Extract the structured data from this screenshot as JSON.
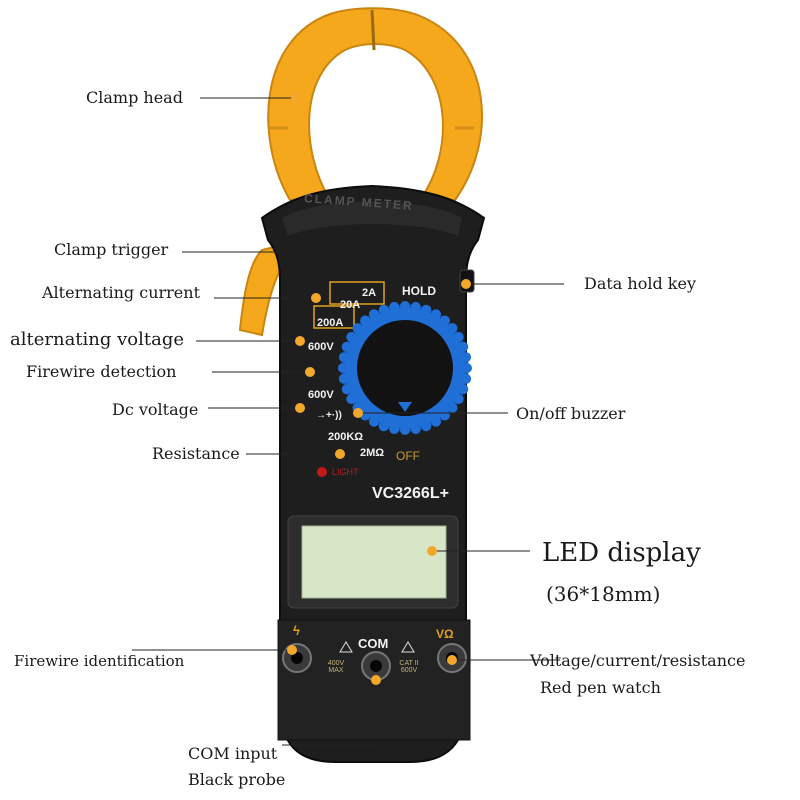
{
  "device": {
    "model": "VC3266L+",
    "head_text": "CLAMP METER",
    "hold": "HOLD",
    "light": "LIGHT",
    "com": "COM",
    "off": "OFF",
    "ranges": [
      "2A",
      "20A",
      "200A",
      "600V",
      "600V",
      "200KΩ",
      "2MΩ"
    ],
    "jack_left_mark": "400V MAX",
    "jack_mid_mark": "CAT II 600V",
    "jack_right_mark": "VΩ",
    "colors": {
      "clamp": "#f6a81c",
      "body": "#1e1e1e",
      "dial": "#1f6fd6",
      "lcd": "#d8e6c8",
      "dot": "#f3a72b"
    }
  },
  "callouts": [
    {
      "id": "clamp-head",
      "text": "Clamp head"
    },
    {
      "id": "clamp-trigger",
      "text": "Clamp trigger"
    },
    {
      "id": "alternating-current",
      "text": "Alternating current"
    },
    {
      "id": "alternating-voltage",
      "text": "alternating voltage"
    },
    {
      "id": "firewire-detection",
      "text": "Firewire detection"
    },
    {
      "id": "dc-voltage",
      "text": "Dc voltage"
    },
    {
      "id": "resistance",
      "text": "Resistance"
    },
    {
      "id": "data-hold-key",
      "text": "Data hold key"
    },
    {
      "id": "onoff-buzzer",
      "text": "On/off buzzer"
    },
    {
      "id": "led-display",
      "text": "LED display"
    },
    {
      "id": "led-size",
      "text": "(36*18mm)"
    },
    {
      "id": "firewire-identification",
      "text": "Firewire identification"
    },
    {
      "id": "vcr-line1",
      "text": "Voltage/current/resistance"
    },
    {
      "id": "vcr-line2",
      "text": "Red pen watch"
    },
    {
      "id": "com-line1",
      "text": "COM input"
    },
    {
      "id": "com-line2",
      "text": "Black probe"
    }
  ]
}
